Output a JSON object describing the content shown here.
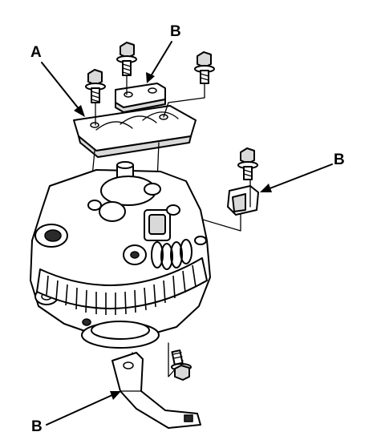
{
  "callouts": {
    "a": "A",
    "b_top": "B",
    "b_right": "B",
    "b_bottom": "B"
  },
  "icons": [
    "bolt-icon",
    "cover-plate",
    "bracket",
    "clip",
    "alternator-body"
  ]
}
